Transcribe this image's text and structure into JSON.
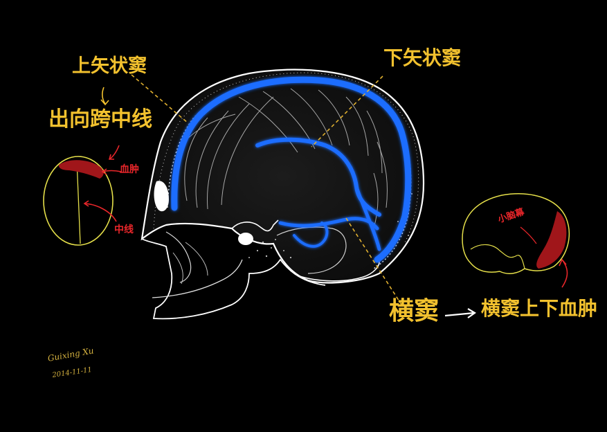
{
  "labels": {
    "superior_sagittal_sinus": "上矢状窦",
    "crossing_midline": "出向跨中线",
    "inferior_sagittal_sinus": "下矢状窦",
    "transverse_sinus": "横窦",
    "arrow": "→",
    "transverse_sinus_hematoma": "横窦上下血肿",
    "hematoma": "血肿",
    "midline": "中线",
    "tentorium": "小脑幕"
  },
  "signature": {
    "name": "Guixing Xu",
    "date": "2014-11-11"
  },
  "colors": {
    "background": "#000000",
    "sinus_blue": "#1a6dff",
    "label_yellow": "#f2c12e",
    "hematoma_red": "#b01818",
    "annotation_red": "#e8262a",
    "outline_white": "#ffffff",
    "leader_line": "#e0b030"
  }
}
